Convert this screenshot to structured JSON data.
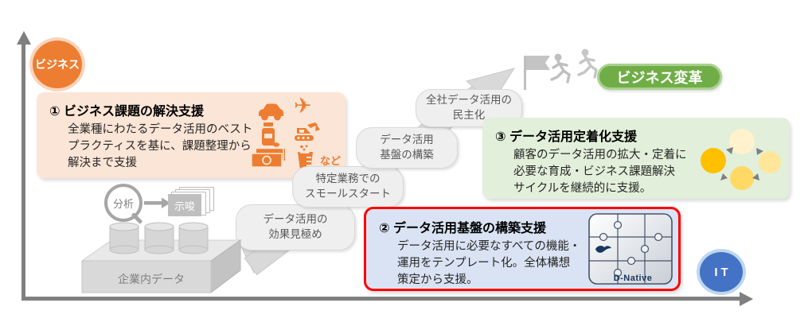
{
  "axes": {
    "vertical_badge": "ビジネス",
    "horizontal_badge": "IT"
  },
  "goal": {
    "badge": "ビジネス変革",
    "icons": [
      "flag-icon",
      "runner-icon",
      "runner-icon"
    ]
  },
  "support_boxes": {
    "box1": {
      "title": "① ビジネス課題の解決支援",
      "line1": "全業種にわたるデータ活用のベスト",
      "line2": "プラクティスを基に、課題整理から",
      "line3": "解決まで支援",
      "etc": "など",
      "industry_icons": [
        "car",
        "airplane",
        "medicine-bottle",
        "excavator",
        "banknotes",
        "beaker"
      ]
    },
    "box2": {
      "title": "② データ活用基盤の構築支援",
      "line1": "データ活用に必要なすべての機能・",
      "line2": "運用をテンプレート化。全体構想",
      "line3": "策定から支援。",
      "logo_text": "D-Native",
      "icon": "puzzle-template-icon"
    },
    "box3": {
      "title": "③ データ活用定着化支援",
      "line1": "顧客のデータ活用の拡大・定着に",
      "line2": "必要な育成・ビジネス課題解決",
      "line3": "サイクルを継続的に支援。",
      "icon": "cycle-icon"
    }
  },
  "journey_steps": [
    {
      "line1": "データ活用の",
      "line2": "効果見極め"
    },
    {
      "line1": "特定業務での",
      "line2": "スモールスタート"
    },
    {
      "line1": "データ活用",
      "line2": "基盤の構築"
    },
    {
      "line1": "全社データ活用の",
      "line2": "民主化"
    }
  ],
  "data_foundation": {
    "analysis_label": "分析",
    "insight_label": "示唆",
    "platform_label": "企業内データ"
  },
  "icons": {
    "airplane_glyph": "✈"
  },
  "colors": {
    "accent_orange": "#ED7D31",
    "box1_bg": "#FBE5D6",
    "green": "#70AD47",
    "green_border": "#A9D18E",
    "box3_bg": "#E2EFDA",
    "blue": "#4472C4",
    "blue_ring": "#BDD7EE",
    "box2_bg": "#DAE3F3",
    "highlight_red": "#FF0000",
    "axis_gray": "#7F7F7F",
    "bubble_gray": "#EFEFEF",
    "stair_gray": "#D9D9D9",
    "cycle_circles": [
      "#FFC000",
      "#FFF2CC",
      "#FFE699",
      "#FFD966"
    ]
  }
}
